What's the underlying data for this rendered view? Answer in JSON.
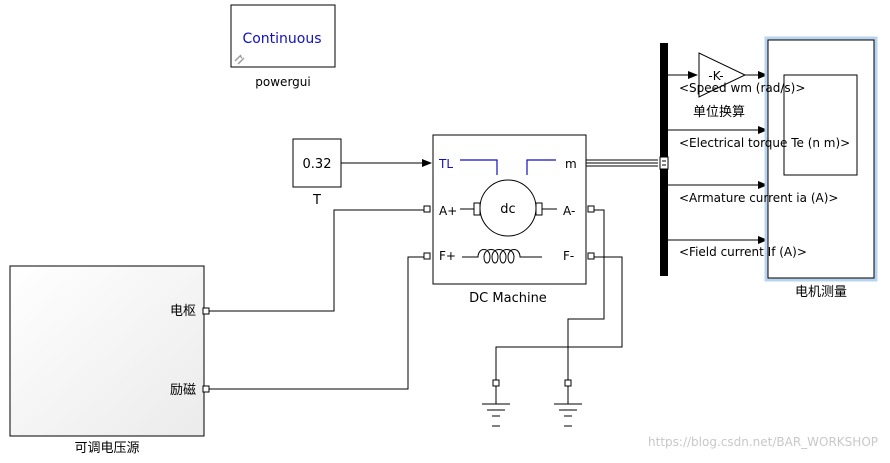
{
  "blocks": {
    "powergui": {
      "display": "Continuous",
      "label": "powergui"
    },
    "constant_T": {
      "value": "0.32",
      "label": "T"
    },
    "dc_machine": {
      "label": "DC Machine",
      "ports": {
        "tl": "TL",
        "m": "m",
        "a_plus": "A+",
        "a_minus": "A-",
        "f_plus": "F+",
        "f_minus": "F-"
      },
      "rotor_text": "dc"
    },
    "gain": {
      "value": "-K-",
      "label": "单位换算"
    },
    "scope": {
      "label": "电机测量"
    },
    "voltage_source": {
      "label": "可调电压源",
      "port_armature": "电枢",
      "port_field": "励磁"
    }
  },
  "signals": [
    "<Speed wm (rad/s)>",
    "<Electrical torque Te (n m)>",
    "<Armature current ia (A)>",
    "<Field current If (A)>"
  ],
  "watermark": "https://blog.csdn.net/BAR_WORKSHOP"
}
